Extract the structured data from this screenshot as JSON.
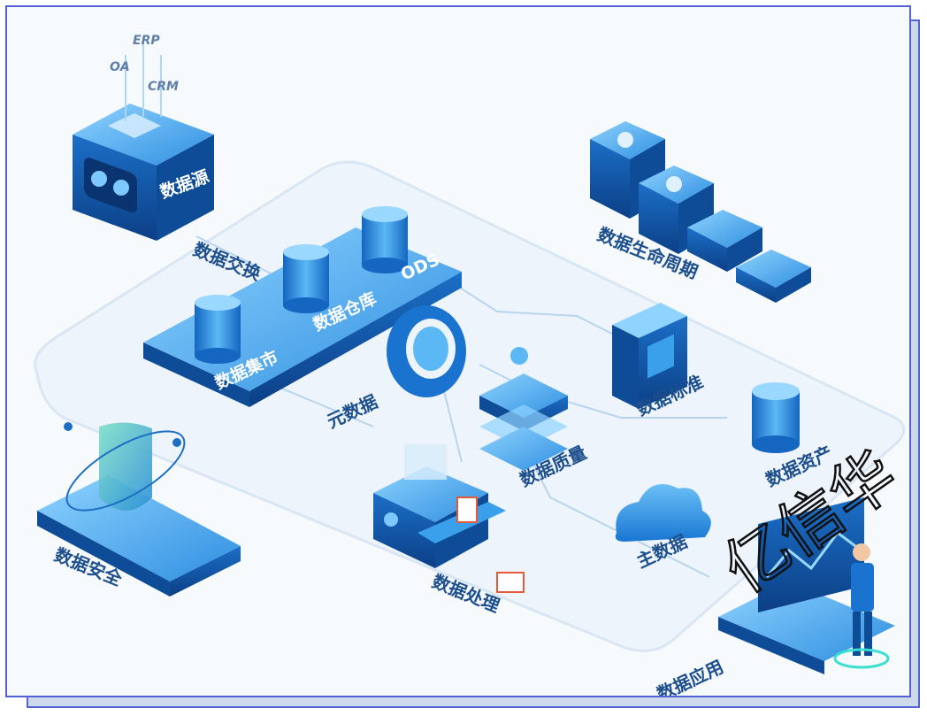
{
  "labels": {
    "source": "数据源",
    "exchange": "数据交换",
    "ods": "ODS",
    "warehouse": "数据仓库",
    "mart": "数据集市",
    "metadata": "元数据",
    "quality": "数据质量",
    "standard": "数据标准",
    "lifecycle": "数据生命周期",
    "asset": "数据资产",
    "master": "主数据",
    "processing": "数据处理",
    "security": "数据安全",
    "application": "数据应用"
  },
  "source_systems": [
    "ERP",
    "OA",
    "CRM"
  ],
  "watermark": "亿信华",
  "colors": {
    "border": "#5561d6",
    "label": "#1d4f8c",
    "accent": "#1e88e5"
  }
}
